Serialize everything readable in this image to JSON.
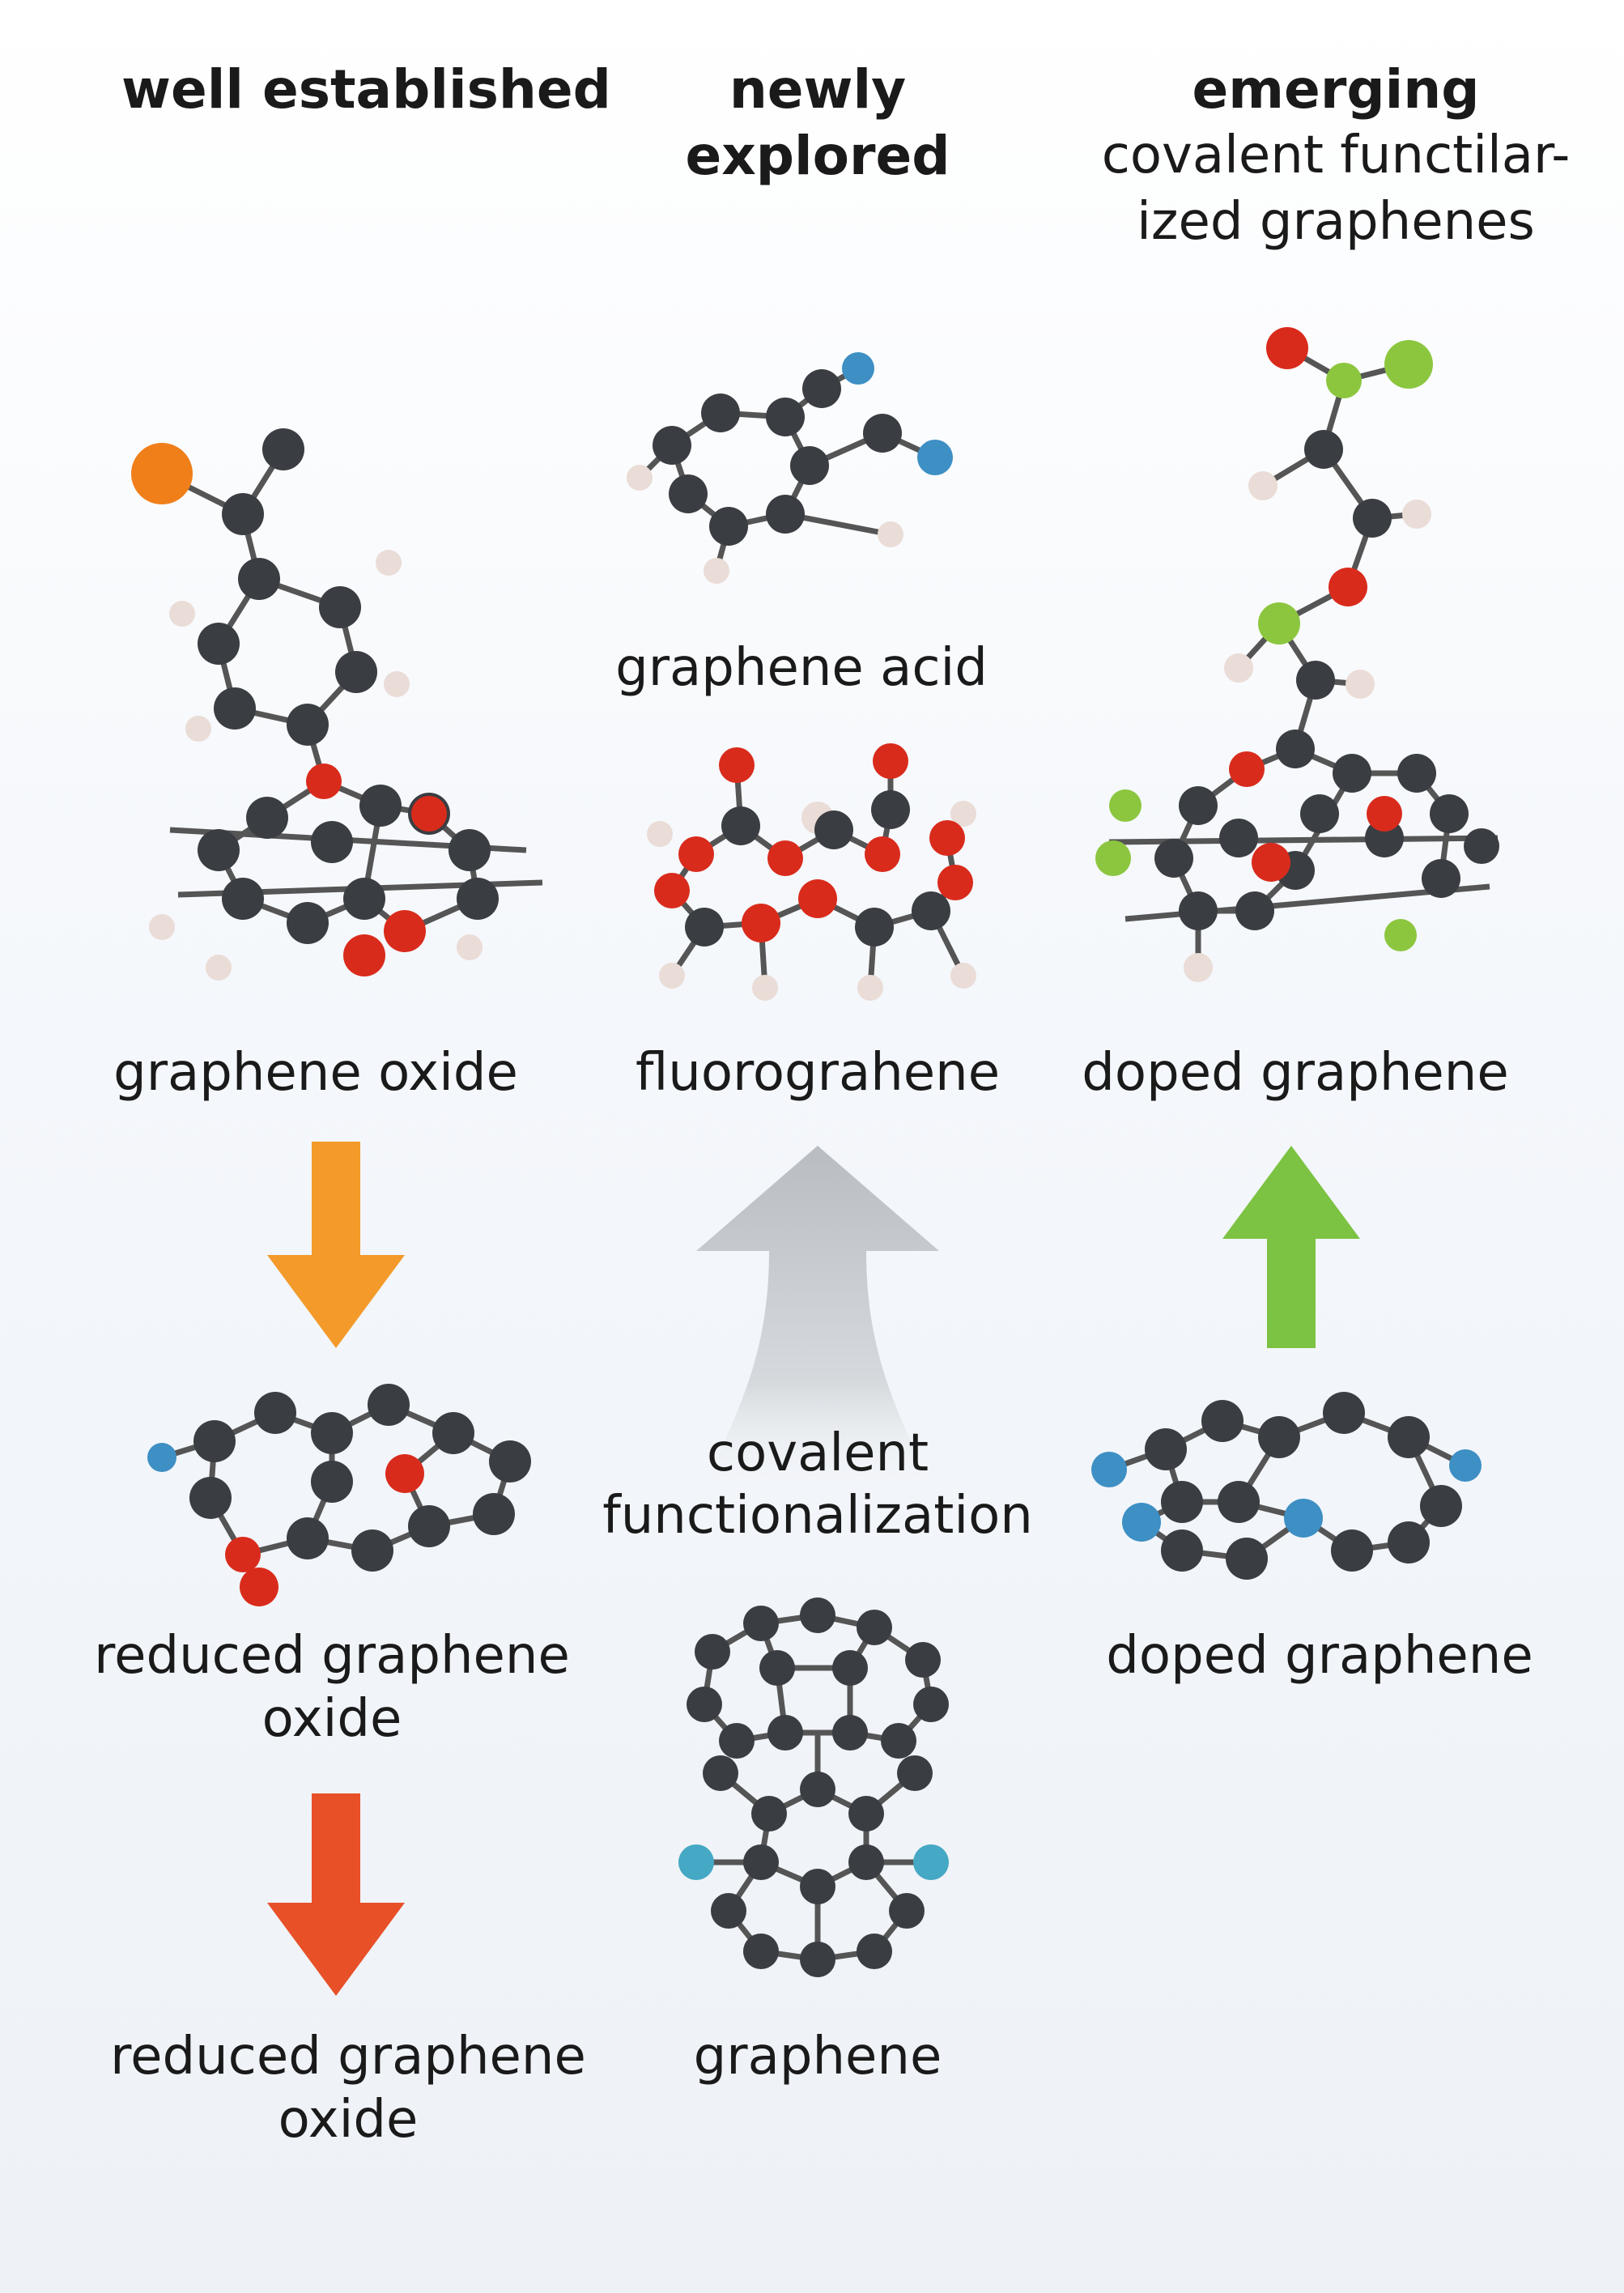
{
  "headers": {
    "col1": "well established",
    "col2_line1": "newly",
    "col2_line2": "explored",
    "col3_line1": "emerging",
    "col3_sub1": "covalent functilar-",
    "col3_sub2": "ized graphenes"
  },
  "labels": {
    "graphene_acid": "graphene acid",
    "graphene_oxide": "graphene oxide",
    "fluorograhene": "fluorograhene",
    "doped_graphene_top": "doped graphene",
    "covalent_line1": "covalent",
    "covalent_line2": "functionalization",
    "reduced_go_1_line1": "reduced graphene",
    "reduced_go_1_line2": "oxide",
    "doped_graphene_bottom": "doped graphene",
    "reduced_go_2_line1": "reduced graphene",
    "reduced_go_2_line2": "oxide",
    "graphene": "graphene"
  },
  "colors": {
    "carbon": "#3a3d42",
    "hydrogen": "#eadcd6",
    "oxygen": "#d92b1c",
    "fluorine_blue": "#3d8fc4",
    "chlorine_green": "#8cc63f",
    "halogen_orange": "#f07f1a",
    "arrow_orange": "#f39a2a",
    "arrow_red": "#e85028",
    "arrow_green": "#7cc243",
    "arrow_grey": "#b9bdc2"
  }
}
